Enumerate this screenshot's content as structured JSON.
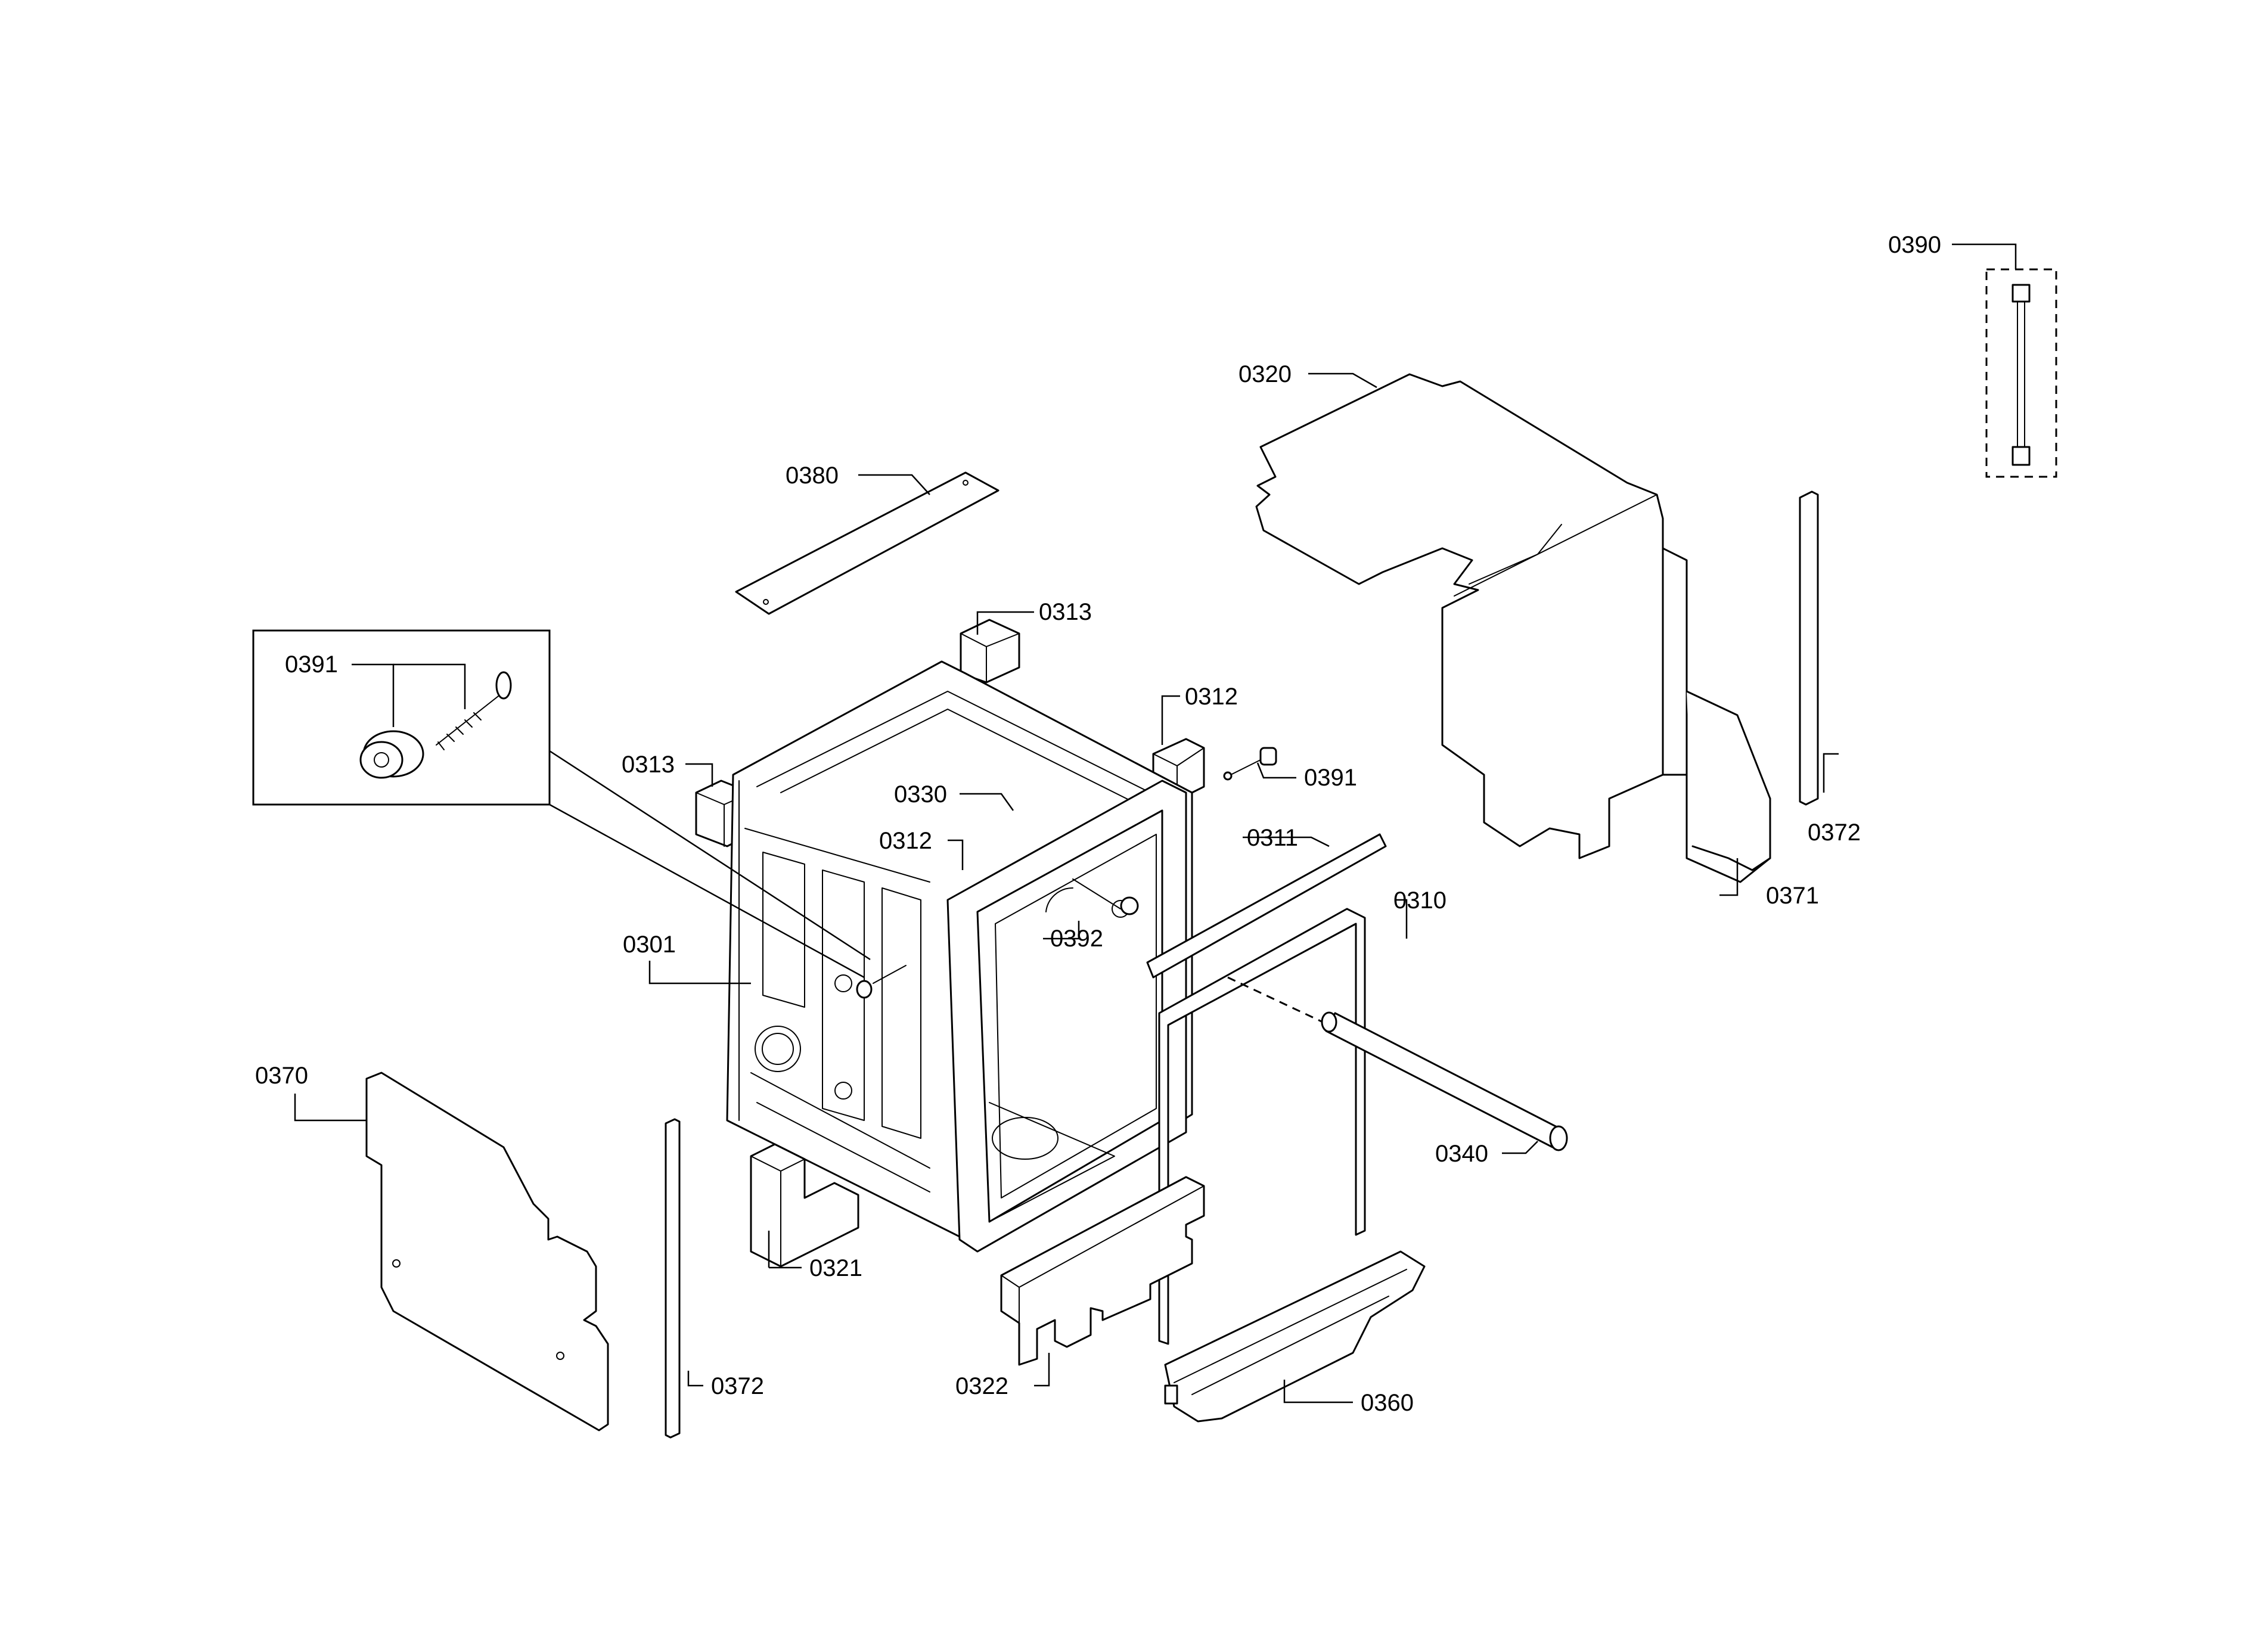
{
  "callouts": {
    "c0390": "0390",
    "c0320": "0320",
    "c0380": "0380",
    "c0313a": "0313",
    "c0391a": "0391",
    "c0313b": "0313",
    "c0312a": "0312",
    "c0391b": "0391",
    "c0330": "0330",
    "c0312b": "0312",
    "c0311": "0311",
    "c0310": "0310",
    "c0392": "0392",
    "c0301": "0301",
    "c0372a": "0372",
    "c0371": "0371",
    "c0370": "0370",
    "c0340": "0340",
    "c0321": "0321",
    "c0372b": "0372",
    "c0322": "0322",
    "c0360": "0360"
  }
}
